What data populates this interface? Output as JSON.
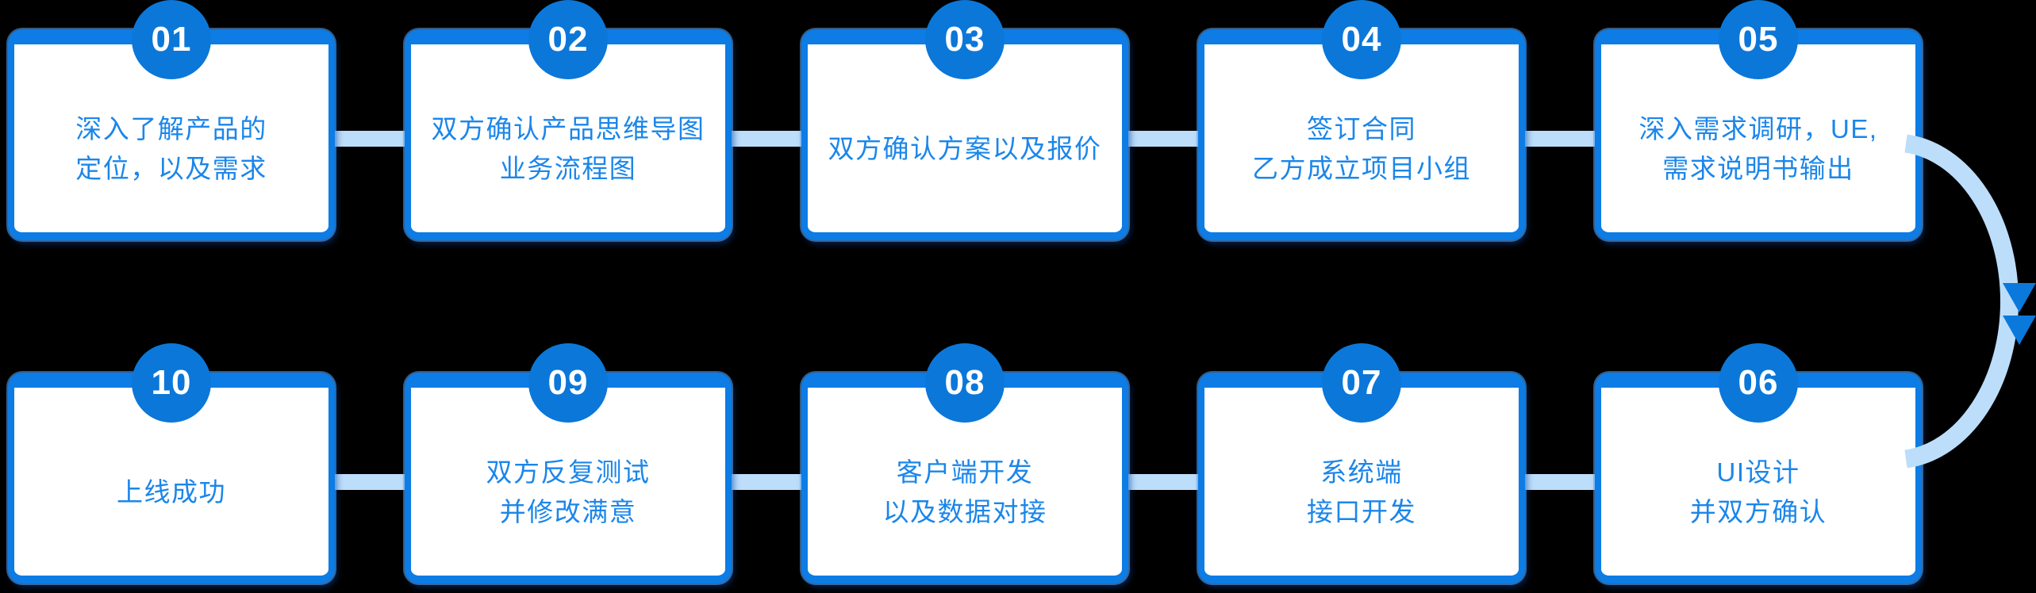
{
  "diagram_title": "",
  "colors": {
    "background": "#000000",
    "card_background": "#ffffff",
    "card_border_blue": "#0d7ce4",
    "badge_blue": "#0b77d9",
    "badge_number_text": "#ffffff",
    "step_text_blue": "#1b86ea",
    "connector_light_blue": "#bcdefb",
    "arrowhead_blue": "#0b78dc"
  },
  "rows": [
    {
      "steps": [
        {
          "number": "01",
          "lines": [
            "深入了解产品的",
            "定位，以及需求"
          ]
        },
        {
          "number": "02",
          "lines": [
            "双方确认产品思维导图",
            "业务流程图"
          ]
        },
        {
          "number": "03",
          "lines": [
            "双方确认方案以及报价"
          ]
        },
        {
          "number": "04",
          "lines": [
            "签订合同",
            "乙方成立项目小组"
          ]
        },
        {
          "number": "05",
          "lines": [
            "深入需求调研，UE,",
            "需求说明书输出"
          ]
        }
      ]
    },
    {
      "steps": [
        {
          "number": "10",
          "lines": [
            "上线成功"
          ]
        },
        {
          "number": "09",
          "lines": [
            "双方反复测试",
            "并修改满意"
          ]
        },
        {
          "number": "08",
          "lines": [
            "客户端开发",
            "以及数据对接"
          ]
        },
        {
          "number": "07",
          "lines": [
            "系统端",
            "接口开发"
          ]
        },
        {
          "number": "06",
          "lines": [
            "UI设计",
            "并双方确认"
          ]
        }
      ]
    }
  ]
}
